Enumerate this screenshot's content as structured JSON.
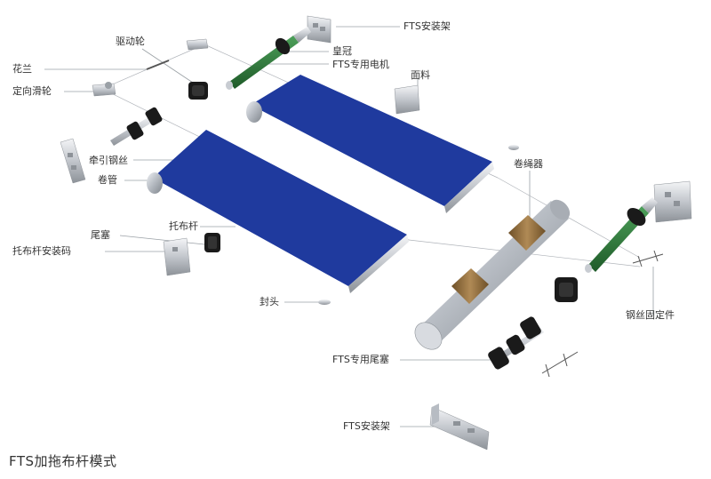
{
  "caption": "FTS加拖布杆模式",
  "labels": {
    "fts_bracket_top": "FTS安装架",
    "crown": "皇冠",
    "fts_motor": "FTS专用电机",
    "drive_wheel": "驱动轮",
    "flange": "花兰",
    "pulley": "定向滑轮",
    "fabric": "面料",
    "wire": "牵引钢丝",
    "roll_tube": "卷管",
    "rope_winder": "卷绳器",
    "tow_bar": "托布杆",
    "tail_plug": "尾塞",
    "tow_bar_bracket": "托布杆安装码",
    "end_cap": "封头",
    "wire_fixer": "钢丝固定件",
    "fts_tail_plug": "FTS专用尾塞",
    "fts_bracket_bottom": "FTS安装架"
  },
  "colors": {
    "fabric": "#1f3a9e",
    "motor": "#2f7a3a",
    "rope_winder": "#8a6a3a",
    "metal": "#c8ccd2",
    "rubber": "#1a1a1a"
  }
}
